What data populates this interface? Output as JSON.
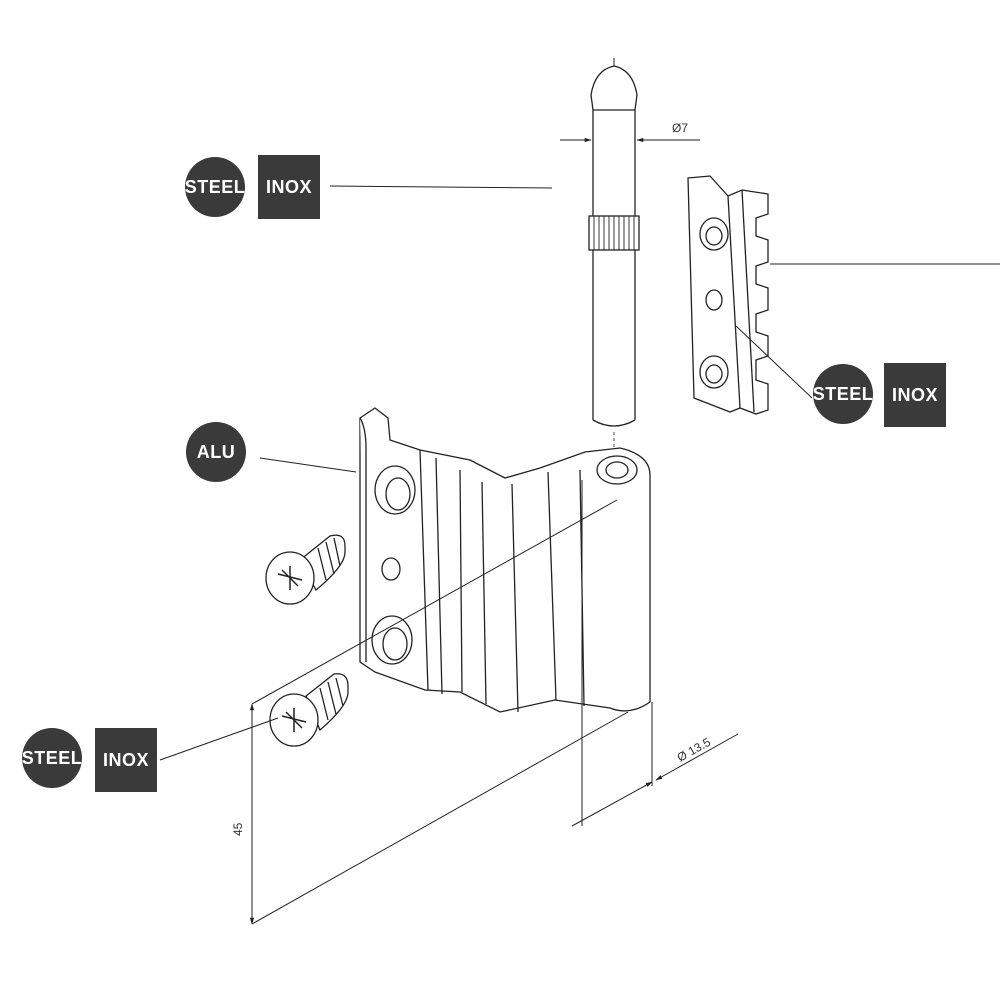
{
  "labels": {
    "top_left": {
      "circle": "STEEL",
      "box": "INOX"
    },
    "right": {
      "circle": "STEEL",
      "box": "INOX"
    },
    "alu": {
      "circle": "ALU"
    },
    "bottom_left": {
      "circle": "STEEL",
      "box": "INOX"
    }
  },
  "dimensions": {
    "pin_diameter": "Ø7",
    "barrel_diameter": "Ø 13.5",
    "height": "45"
  },
  "colors": {
    "badge": "#3a3a3a",
    "line": "#222222",
    "background": "#ffffff"
  }
}
